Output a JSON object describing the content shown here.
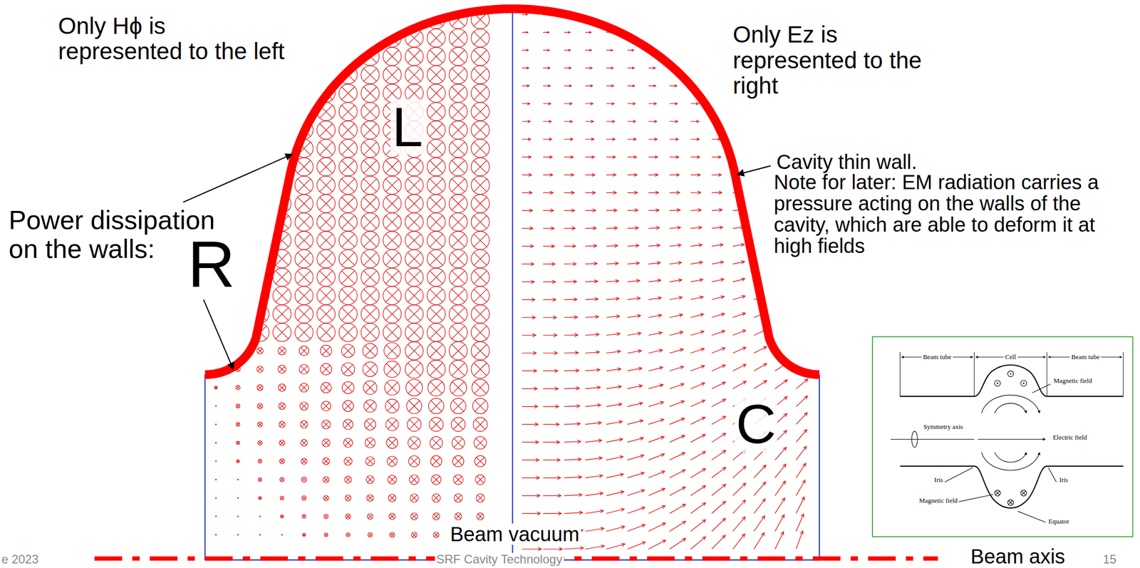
{
  "diagram": {
    "labels": [
      "Only Hϕ is represented to the left",
      "Only Ez is represented to the right",
      "Power dissipation on the walls:",
      "R",
      "L",
      "C",
      "Cavity thin wall.",
      "Note for later: EM radiation carries a pressure acting on the walls of the cavity, which are able to deform it at high fields",
      "Beam vacuum",
      "Beam axis",
      "15",
      "e 2023",
      "SRF Cavity Technology",
      "Beam tube",
      "Cell",
      "Beam tube",
      "Magnetic field",
      "Symmetry axis",
      "Electric field",
      "Iris",
      "Iris",
      "Magnetic field",
      "Equator"
    ]
  }
}
